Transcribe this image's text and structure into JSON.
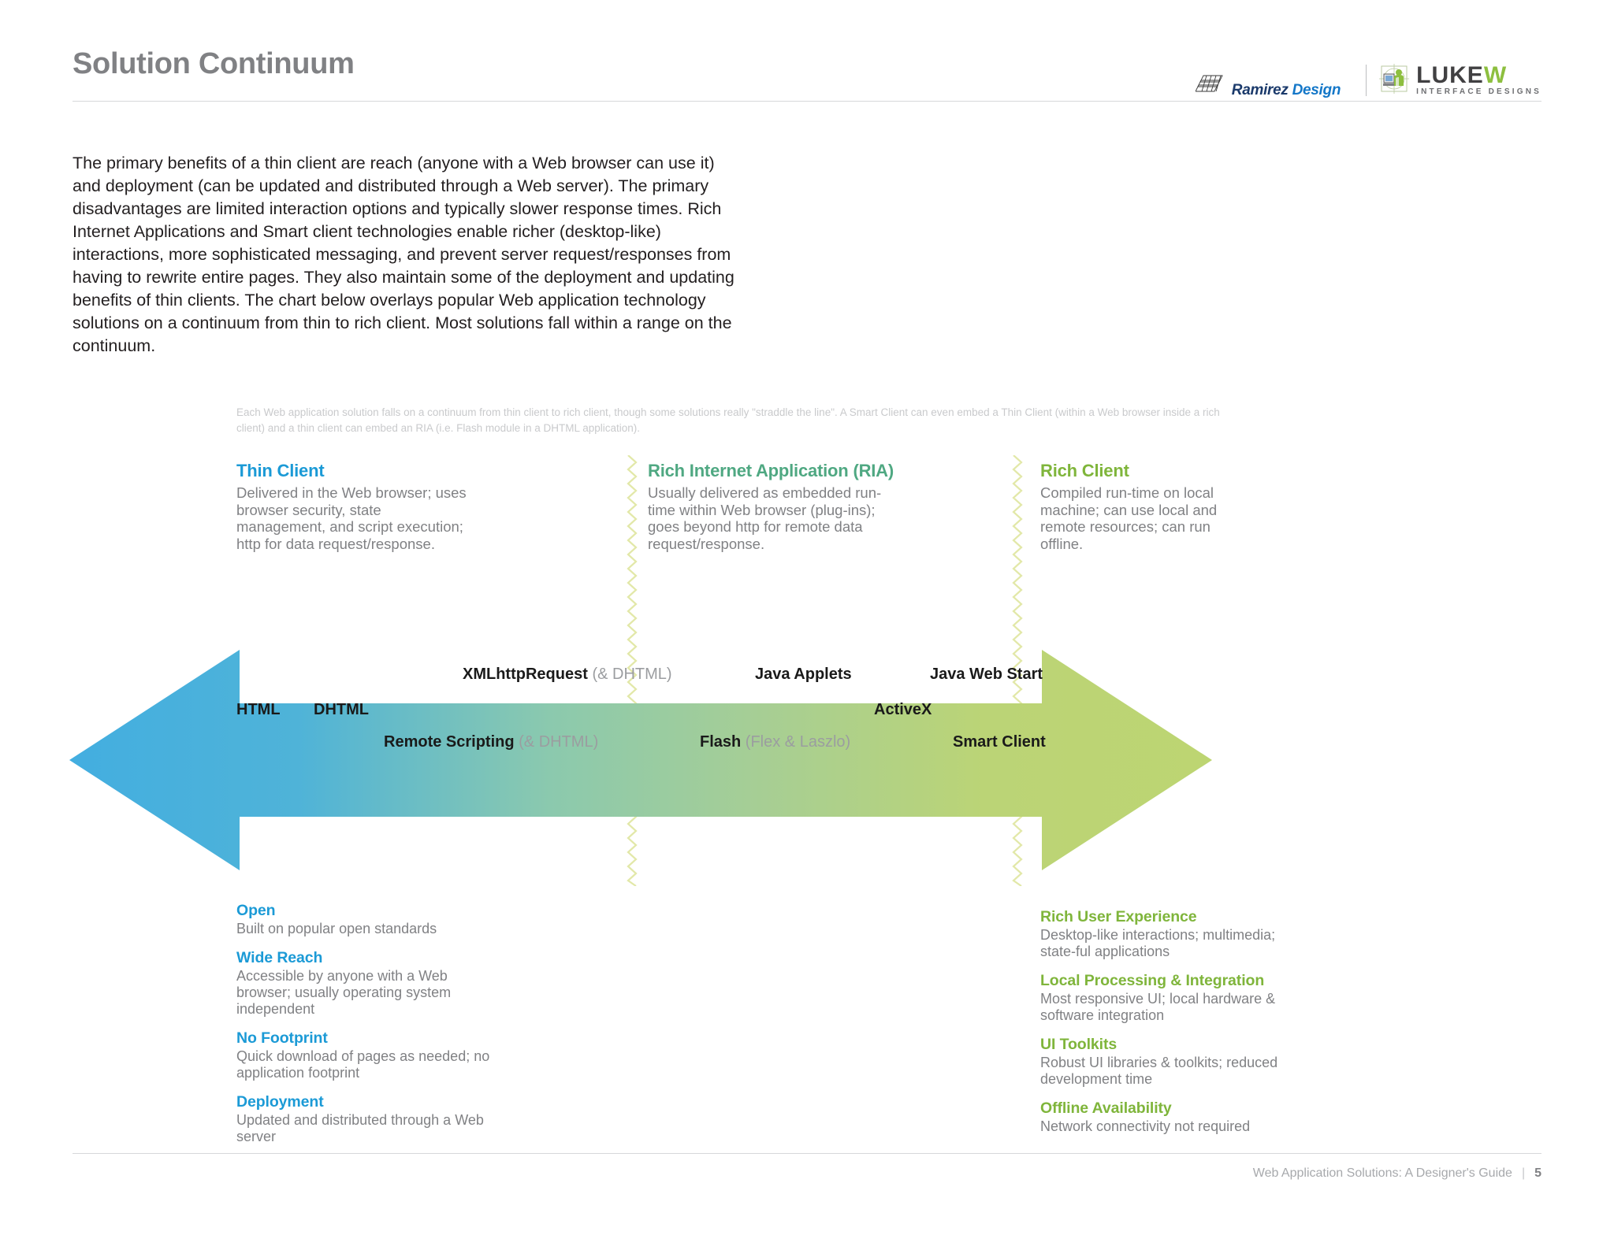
{
  "header": {
    "title": "Solution Continuum",
    "logos": {
      "ramirez": {
        "word1": "Ramirez ",
        "word2": "Design",
        "mark_icon": "grid-mesh-icon"
      },
      "lukew": {
        "word1": "LUKE",
        "word2": "W",
        "tagline": "INTERFACE DESIGNS",
        "mark_icon": "person-computer-icon"
      }
    }
  },
  "intro": {
    "paragraph": "The primary benefits of a thin client are reach (anyone with a Web browser can use it) and deployment (can be updated and distributed through a Web server). The primary disadvantages are limited interaction options and typically slower response times. Rich Internet Applications and Smart client technologies enable richer (desktop-like) interactions, more sophisticated messaging, and prevent server request/responses from having to rewrite entire pages. They also maintain some of the deployment and updating benefits of thin clients. The chart below overlays popular Web application technology solutions on a continuum from thin to rich client. Most solutions fall within a range on the continuum."
  },
  "diagram": {
    "caption": "Each Web application solution falls on a continuum from thin client to rich client, though some solutions really \"straddle the line\".  A Smart Client can even embed a Thin Client (within a Web browser inside a rich client) and a thin client can embed an RIA (i.e. Flash module in a DHTML application).",
    "columns": [
      {
        "title": "Thin Client",
        "desc": "Delivered in the Web browser; uses browser security, state management, and script execution; http for data request/response.",
        "color": "#1b9ad6"
      },
      {
        "title": "Rich Internet Application (RIA)",
        "desc": "Usually delivered as embedded run-time within Web browser (plug-ins); goes beyond http for remote data request/response.",
        "color": "#4fa882"
      },
      {
        "title": "Rich Client",
        "desc": "Compiled run-time on local machine; can use local and remote resources; can run offline.",
        "color": "#7fb53b"
      }
    ],
    "arrow": {
      "gradient_start": "#43AEE0",
      "gradient_mid": "#8CC9A8",
      "gradient_end": "#BDD572",
      "divider_color": "#e2e8a8"
    },
    "technologies": [
      {
        "name": "HTML",
        "sub": ""
      },
      {
        "name": "DHTML",
        "sub": ""
      },
      {
        "name": "XMLhttpRequest",
        "sub": " (& DHTML)"
      },
      {
        "name": "Remote Scripting",
        "sub": " (& DHTML)"
      },
      {
        "name": "Java Applets",
        "sub": ""
      },
      {
        "name": "Flash",
        "sub": " (Flex & Laszlo)"
      },
      {
        "name": "Java Web Start",
        "sub": ""
      },
      {
        "name": "ActiveX",
        "sub": ""
      },
      {
        "name": "Smart Client",
        "sub": ""
      }
    ],
    "thin_benefits": [
      {
        "title": "Open",
        "desc": "Built on popular open standards"
      },
      {
        "title": "Wide Reach",
        "desc": "Accessible by anyone with a Web browser; usually operating system independent"
      },
      {
        "title": "No Footprint",
        "desc": "Quick download of pages as needed; no application footprint"
      },
      {
        "title": "Deployment",
        "desc": "Updated and distributed through a Web server"
      }
    ],
    "rich_benefits": [
      {
        "title": "Rich User Experience",
        "desc": "Desktop-like interactions; multimedia; state-ful applications"
      },
      {
        "title": "Local Processing & Integration",
        "desc": "Most responsive UI; local hardware & software integration"
      },
      {
        "title": "UI Toolkits",
        "desc": "Robust UI libraries & toolkits; reduced development time"
      },
      {
        "title": "Offline Availability",
        "desc": "Network connectivity not required"
      }
    ]
  },
  "footer": {
    "title": "Web Application Solutions: A Designer's Guide",
    "separator": "|",
    "page": "5"
  }
}
